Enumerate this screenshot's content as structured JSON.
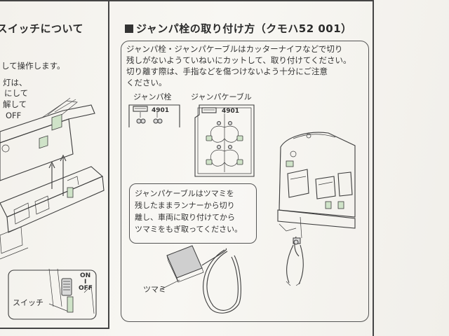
{
  "left_column": {
    "heading": "ドスイッチについて",
    "lines": [
      "して操作します。",
      "灯は、",
      "にして",
      "解して",
      "OFF"
    ],
    "switch_label": "スイッチ",
    "switch_on": "ON",
    "switch_mid": "I",
    "switch_off": "OFF"
  },
  "right_column": {
    "heading": "ジャンパ栓の取り付け方（クモハ52 001）",
    "intro_lines": [
      "ジャンパ栓・ジャンパケーブルはカッターナイフなどで切り",
      "残しがないようていねいにカットして、取り付けてください。",
      "切り離す際は、手指などを傷つけないよう十分にご注意",
      "ください。"
    ],
    "part_label_1": "ジャンパ栓",
    "part_label_2": "ジャンパケーブル",
    "part_number_1": "4901",
    "part_number_2": "4901",
    "callout_lines": [
      "ジャンパケーブルはツマミを",
      "残したままランナーから切り",
      "離し、車両に取り付けてから",
      "ツマミをもぎ取ってください。"
    ],
    "knob_label": "ツマミ"
  }
}
